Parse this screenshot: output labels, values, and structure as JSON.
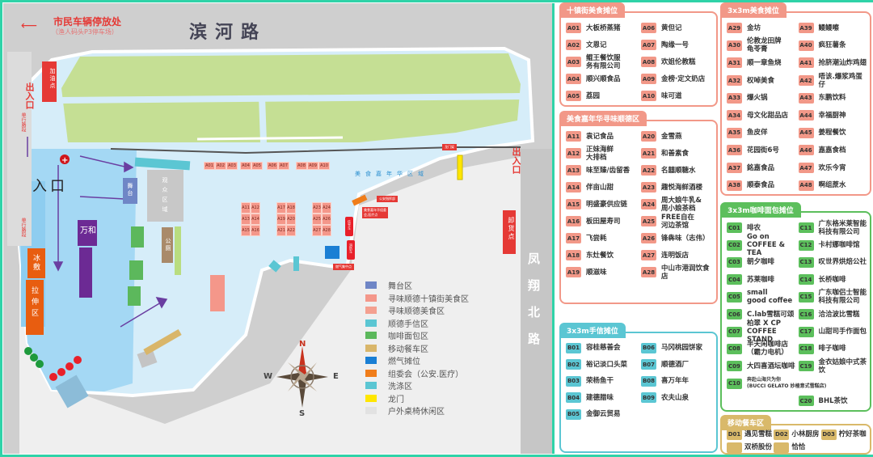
{
  "map": {
    "road_top": "滨河路",
    "road_right": "凤翔北路",
    "parking": {
      "title": "市民车辆停放处",
      "subtitle": "（渔人码头P3停车场）"
    },
    "entrances": {
      "exit_left": "出入口",
      "exit_right": "出入口",
      "entry": "入口"
    },
    "one_way_1": "单行路段",
    "one_way_2": "单行路段",
    "refuel": "加油点",
    "unload": "卸货点",
    "stage": "舞台",
    "audience": "观众区域",
    "toilet": "公厕",
    "wanhe": "万和",
    "ice": "冰敷",
    "stretch": "拉伸区",
    "zone_label": "美食嘉年华区域",
    "dragon_gate_tag": "龙门架",
    "info_tag": "公安指挥部",
    "medical_tag": "美食嘉年华组委会,医疗点",
    "signal_car": "信号车",
    "fire_truck": "消防车",
    "gas_tag": "燃气集中点",
    "compass": {
      "n": "N",
      "e": "E",
      "s": "S",
      "w": "W"
    },
    "stalls_row": [
      "A01",
      "A02",
      "A03",
      "A04",
      "A05",
      "A06",
      "A07",
      "A08",
      "A09",
      "A10"
    ],
    "stalls_block1": [
      "A11",
      "A12",
      "A13",
      "A14",
      "A15",
      "A16"
    ],
    "stalls_block2": [
      "A17",
      "A18",
      "A19",
      "A20",
      "A21",
      "A22"
    ],
    "stalls_block3": [
      "A23",
      "A24",
      "A25",
      "A26",
      "A27",
      "A28"
    ],
    "legend": [
      {
        "label": "舞台区",
        "color": "#6f86c6"
      },
      {
        "label": "寻味顺德十镇街美食区",
        "color": "#f4978a"
      },
      {
        "label": "寻味顺德美食区",
        "color": "#f4a090"
      },
      {
        "label": "顺德手信区",
        "color": "#5bc6d3"
      },
      {
        "label": "咖啡面包区",
        "color": "#5cb85c"
      },
      {
        "label": "移动餐车区",
        "color": "#d9b66a"
      },
      {
        "label": "燃气摊位",
        "color": "#1a7fd4"
      },
      {
        "label": "组委会（公安.医疗）",
        "color": "#f07d1a"
      },
      {
        "label": "洗涤区",
        "color": "#5bc6d3"
      },
      {
        "label": "龙门",
        "color": "#ffe600"
      },
      {
        "label": "户外桌椅休闲区",
        "color": "#e2e2e2"
      }
    ]
  },
  "panels": [
    {
      "id": "p1",
      "title": "十镇街美食摊位",
      "color": "#f29888",
      "items": [
        [
          "A01",
          "大板桥蒸猪"
        ],
        [
          "A06",
          "黄但记"
        ],
        [
          "A02",
          "文恩记"
        ],
        [
          "A07",
          "陶缘一号"
        ],
        [
          "A03",
          "鲲王餐饮服\n务有限公司"
        ],
        [
          "A08",
          "欢姐伦教糕"
        ],
        [
          "A04",
          "顺兴顺食品"
        ],
        [
          "A09",
          "金榜·定文奶店"
        ],
        [
          "A05",
          "荔园"
        ],
        [
          "A10",
          "味可道"
        ]
      ]
    },
    {
      "id": "p2",
      "title": "美食嘉年华寻味顺德区",
      "color": "#f29888",
      "items": [
        [
          "A11",
          "袁记食品"
        ],
        [
          "A20",
          "金雪燕"
        ],
        [
          "A12",
          "正妹海鲜\n大排档"
        ],
        [
          "A21",
          "和善素食"
        ],
        [
          "A13",
          "味至臻/齿留香"
        ],
        [
          "A22",
          "名囍顺糖水"
        ],
        [
          "A14",
          "伴亩山甜"
        ],
        [
          "A23",
          "趣悦海鲜酒楼"
        ],
        [
          "A15",
          "明盛豪供应链"
        ],
        [
          "A24",
          "周大娘牛乳&\n周小娘茶档"
        ],
        [
          "A16",
          "板田屋寿司"
        ],
        [
          "A25",
          "FREE自在\n河边茶馆"
        ],
        [
          "A17",
          "飞尝耗"
        ],
        [
          "A26",
          "锋犇味（志伟）"
        ],
        [
          "A18",
          "东灶餐饮"
        ],
        [
          "A27",
          "连明饭店"
        ],
        [
          "A19",
          "顺滋味"
        ],
        [
          "A28",
          "中山市港润饮食店"
        ]
      ]
    },
    {
      "id": "p3",
      "title": "3x3m美食摊位",
      "color": "#f29888",
      "items": [
        [
          "A29",
          "金坊"
        ],
        [
          "A39",
          "鳗鳗嚓"
        ],
        [
          "A30",
          "伦教龙田牌\n龟苓膏"
        ],
        [
          "A40",
          "疯狂薯条"
        ],
        [
          "A31",
          "顺一章鱼烧"
        ],
        [
          "A41",
          "抢脐潮汕炸鸡翅"
        ],
        [
          "A32",
          "权啅美食"
        ],
        [
          "A42",
          "唔该.爆浆鸡蛋仔"
        ],
        [
          "A33",
          "爆火锅"
        ],
        [
          "A43",
          "东鹏饮料"
        ],
        [
          "A34",
          "母文化甜品店"
        ],
        [
          "A44",
          "幸福厨神"
        ],
        [
          "A35",
          "鱼皮佯"
        ],
        [
          "A45",
          "姜程餐饮"
        ],
        [
          "A36",
          "花园街6号"
        ],
        [
          "A46",
          "嘉嘉食档"
        ],
        [
          "A37",
          "銘嘉食品"
        ],
        [
          "A47",
          "欢乐今宵"
        ],
        [
          "A38",
          "顺泰食品"
        ],
        [
          "A48",
          "啊组蔗水"
        ]
      ]
    },
    {
      "id": "p4",
      "title": "3x3m咖啡面包摊位",
      "color": "#5cbf5c",
      "items": [
        [
          "C01",
          "啡农"
        ],
        [
          "C11",
          "广东格米莱智能\n科技有限公司"
        ],
        [
          "C02",
          "Go on\nCOFFEE & TEA"
        ],
        [
          "C12",
          "卡村娜咖啡馆"
        ],
        [
          "C03",
          "朝夕咖啡"
        ],
        [
          "C13",
          "叹世界烘焙公社"
        ],
        [
          "C04",
          "苏莱咖啡"
        ],
        [
          "C14",
          "长桥咖啡"
        ],
        [
          "C05",
          "small\ngood coffee"
        ],
        [
          "C15",
          "广东咖侣士智能\n科技有限公司"
        ],
        [
          "C06",
          "C.lab雪糕可颂"
        ],
        [
          "C16",
          "洽洽波比雪糕"
        ],
        [
          "C07",
          "柏翠 X CP\nCOFFEE STAND"
        ],
        [
          "C17",
          "山甜司手作面包"
        ],
        [
          "C08",
          "半天闲咖啡店\n（霸力电机）"
        ],
        [
          "C18",
          "啡子咖啡"
        ],
        [
          "C09",
          "大四喜酒坛咖啡"
        ],
        [
          "C19",
          "金衣姑娘中式茶饮"
        ],
        [
          "C10",
          "奔赴山海只为你\n(BUCCI GELATO 妙楂意式雪糕店)"
        ],
        [
          "",
          ""
        ],
        [
          "",
          ""
        ],
        [
          "C20",
          "BHL茶饮"
        ]
      ]
    },
    {
      "id": "p5",
      "title": "3x3m手信摊位",
      "color": "#5bc6d3",
      "items": [
        [
          "B01",
          "容桂慈善会"
        ],
        [
          "B06",
          "马冈桃园饼家"
        ],
        [
          "B02",
          "裕记淡口头菜"
        ],
        [
          "B07",
          "顺德酒厂"
        ],
        [
          "B03",
          "荣杨鱼干"
        ],
        [
          "B08",
          "喜万年年"
        ],
        [
          "B04",
          "建德腊味"
        ],
        [
          "B09",
          "农夫山泉"
        ],
        [
          "B05",
          "金御云贸易"
        ]
      ]
    },
    {
      "id": "p6",
      "title": "移动餐车区",
      "color": "#d9b96a",
      "items": [
        [
          "D01",
          "遇见雪糕"
        ],
        [
          "D02",
          "小林厨房"
        ],
        [
          "D03",
          "柠好茶咖"
        ],
        [
          "",
          "双桥股份"
        ],
        [
          "",
          "恰恰"
        ]
      ]
    }
  ]
}
